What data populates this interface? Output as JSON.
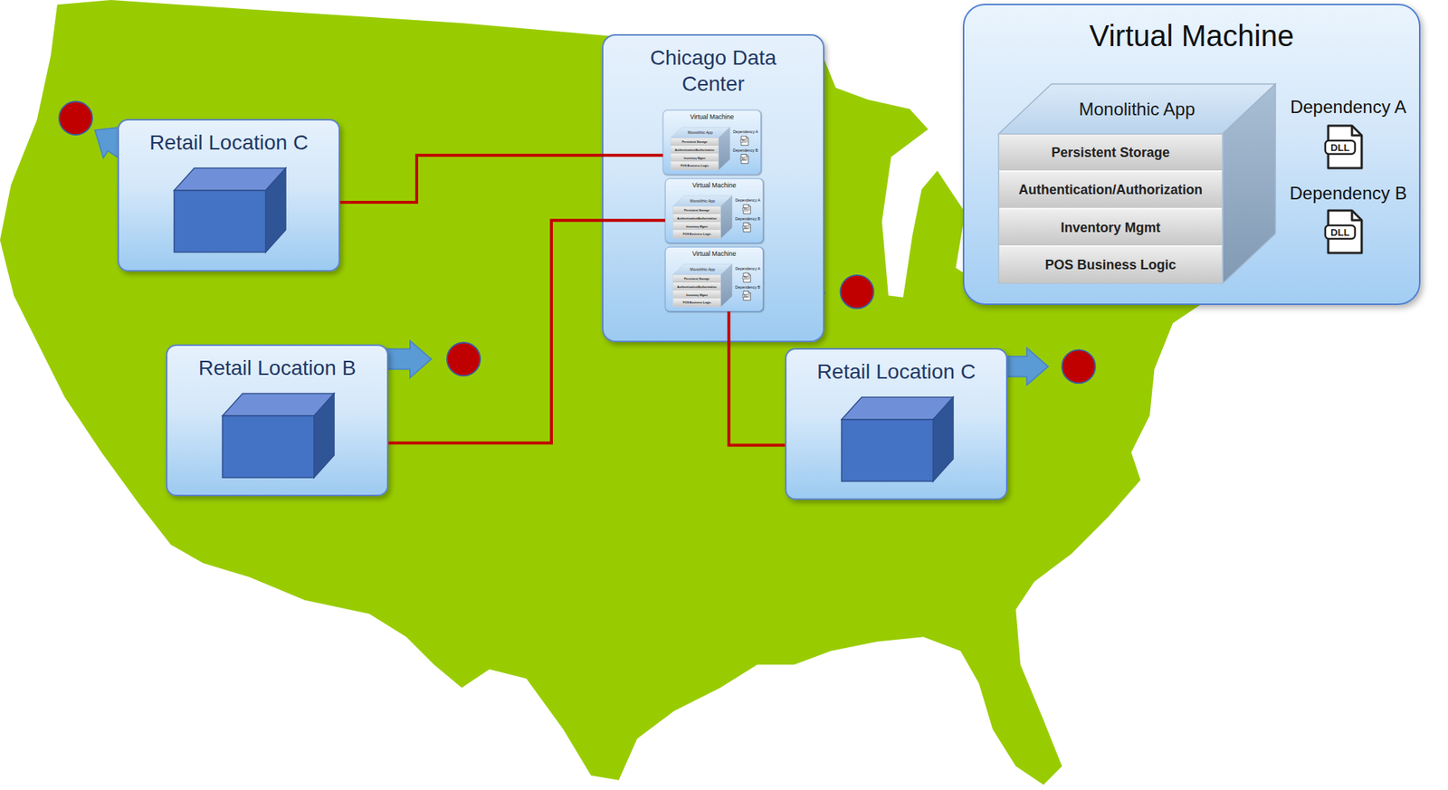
{
  "diagram": {
    "nodes": [
      {
        "text": [
          "Retail Location C"
        ]
      },
      {
        "text": [
          "Chicago Data Center"
        ]
      },
      {
        "text": [
          "Virtual Machine",
          "Dependency A",
          "Dependency B"
        ],
        "in": 1
      },
      {
        "text": [
          "Monolithic App",
          "Persistent Storage",
          "Authentication/Authorization",
          "Inventory Mgmt",
          "POS Business Logic"
        ],
        "in": 2
      },
      {
        "text": [
          "Virtual Machine",
          "Dependency A",
          "Dependency B"
        ],
        "in": 1
      },
      {
        "text": [
          "Monolithic App",
          "Persistent Storage",
          "Authentication/Authorization",
          "Inventory Mgmt",
          "POS Business Logic"
        ],
        "in": 4
      },
      {
        "text": [
          "Virtual Machine",
          "Dependency A",
          "Dependency B"
        ],
        "in": 1
      },
      {
        "text": [
          "Monolithic App",
          "Persistent Storage",
          "Authentication/Authorization",
          "Inventory Mgmt",
          "POS Business Logic"
        ],
        "in": 6
      },
      {
        "text": [
          "Virtual Machine",
          "Dependency A",
          "Dependency B"
        ]
      },
      {
        "text": [
          "Monolithic App",
          "Persistent Storage",
          "Authentication/Authorization",
          "Inventory Mgmt",
          "POS Business Logic"
        ],
        "in": 8
      },
      {
        "text": [
          "Retail Location B"
        ]
      },
      {
        "text": [
          "Retail Location C"
        ]
      }
    ],
    "edges": [
      {
        "from": 0,
        "to": 2,
        "arrow": "none"
      },
      {
        "from": 10,
        "to": 4,
        "arrow": "none"
      },
      {
        "from": 6,
        "to": 11,
        "arrow": "none"
      }
    ],
    "labels": [
      "DLL",
      "DLL",
      "DLL",
      "DLL",
      "DLL",
      "DLL",
      "DLL",
      "DLL"
    ]
  }
}
